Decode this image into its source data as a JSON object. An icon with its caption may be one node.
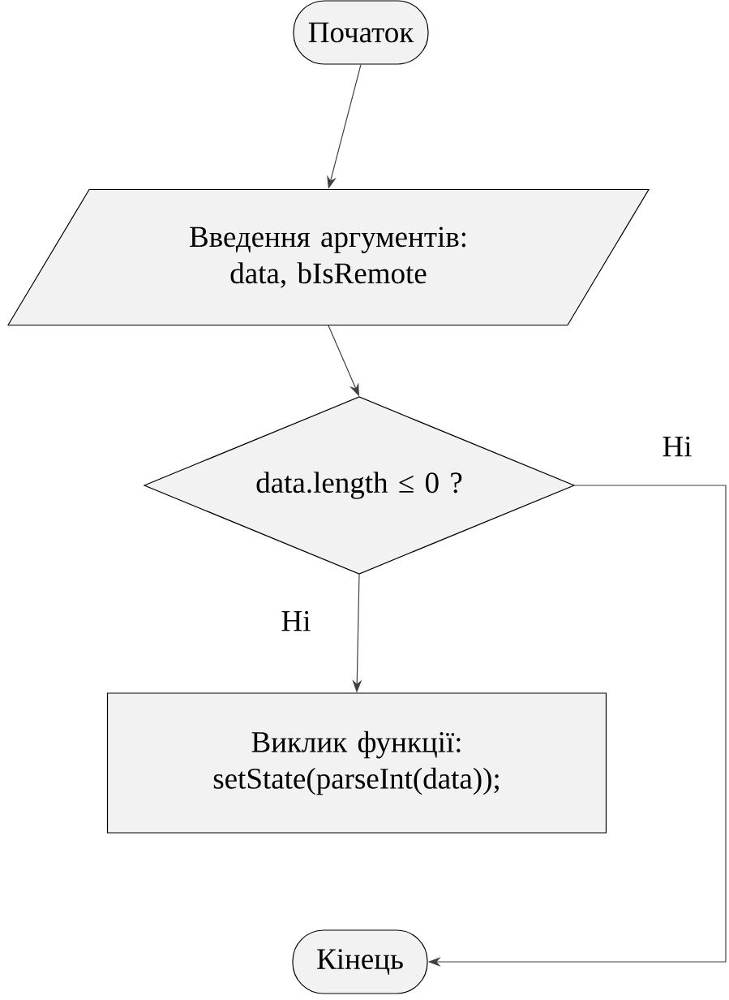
{
  "diagram": {
    "nodes": [
      {
        "text": [
          "Початок"
        ]
      },
      {
        "text": [
          "Введення аргументів: data, bIsRemote"
        ]
      },
      {
        "text": [
          "data.length ≤ 0 ?"
        ]
      },
      {
        "text": [
          "Виклик функції: setState(parseInt(data));"
        ]
      },
      {
        "text": [
          "Кінець"
        ]
      }
    ],
    "edges": [
      {
        "from": 0,
        "to": 1,
        "arrow": "to"
      },
      {
        "from": 1,
        "to": 2,
        "arrow": "to"
      },
      {
        "from": 2,
        "to": 3,
        "arrow": "to",
        "label": "Ні"
      },
      {
        "from": 2,
        "to": 4,
        "arrow": "to",
        "label": "Ні"
      }
    ]
  }
}
